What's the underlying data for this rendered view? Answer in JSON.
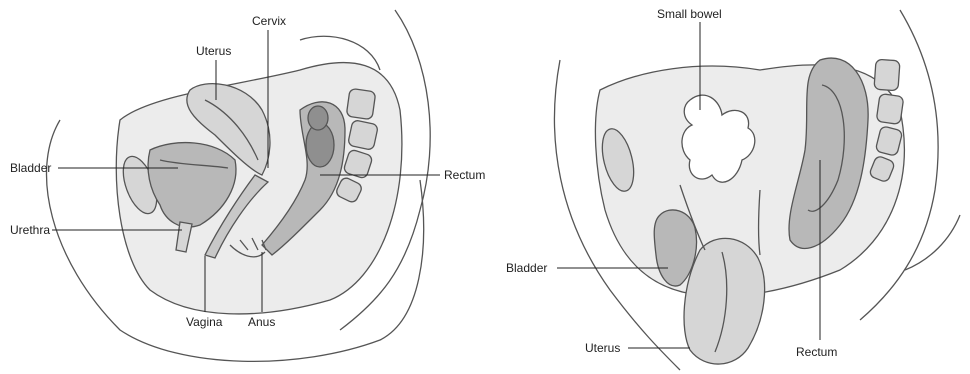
{
  "left_panel": {
    "labels": {
      "cervix": "Cervix",
      "uterus": "Uterus",
      "bladder": "Bladder",
      "rectum": "Rectum",
      "urethra": "Urethra",
      "vagina": "Vagina",
      "anus": "Anus"
    }
  },
  "right_panel": {
    "labels": {
      "small_bowel": "Small bowel",
      "bladder": "Bladder",
      "uterus": "Uterus",
      "rectum": "Rectum"
    }
  },
  "colors": {
    "line": "#555555",
    "tissue_light": "#ececec",
    "tissue_mid": "#d6d6d6",
    "tissue_dark": "#b8b8b8",
    "cavity": "#8f8f8f"
  }
}
